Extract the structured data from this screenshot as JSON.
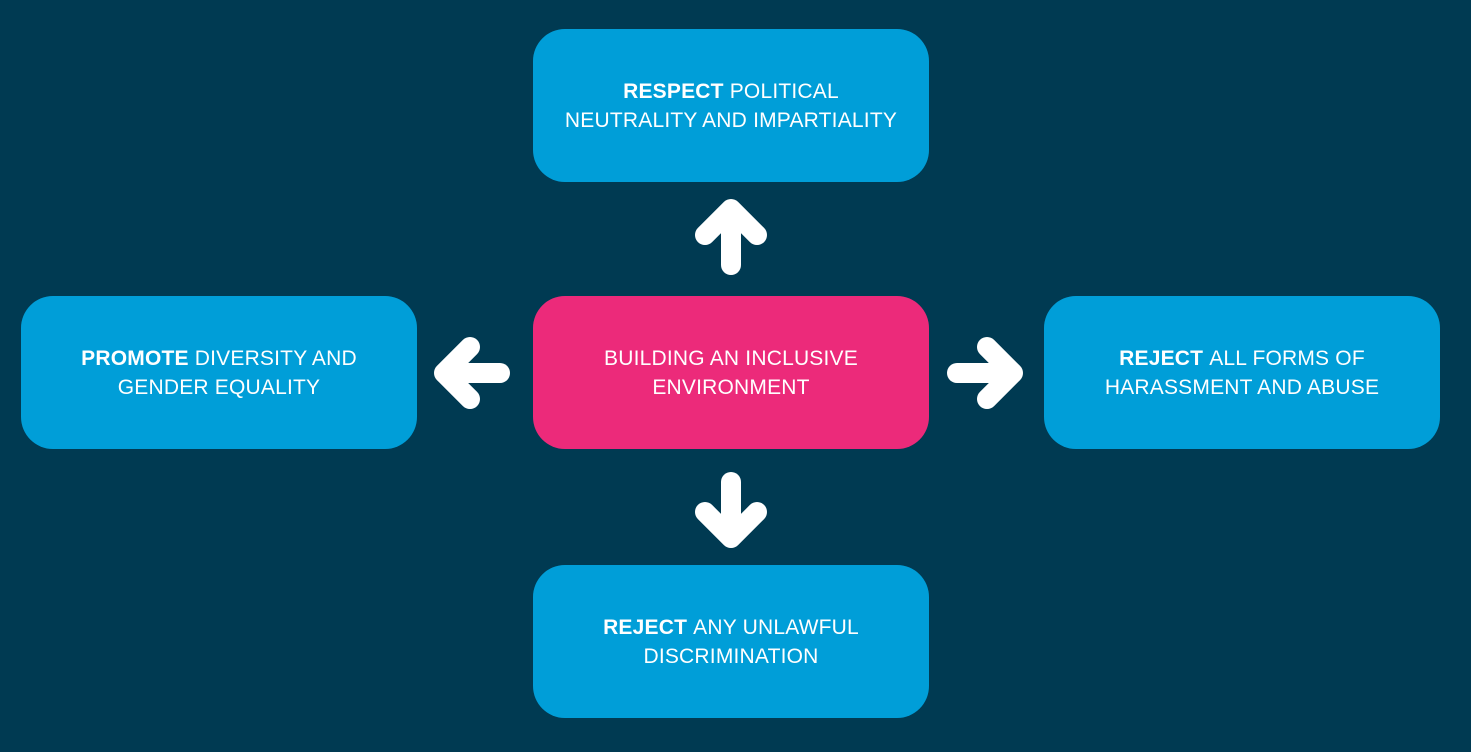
{
  "colors": {
    "background": "#003a52",
    "center_box": "#ec2a7a",
    "outer_box": "#009ed8",
    "arrow": "#ffffff",
    "text": "#ffffff"
  },
  "center": {
    "text": "BUILDING AN INCLUSIVE ENVIRONMENT"
  },
  "nodes": {
    "top": {
      "emphasis": "RESPECT",
      "text": "POLITICAL NEUTRALITY AND IMPARTIALITY"
    },
    "left": {
      "emphasis": "PROMOTE",
      "text": "DIVERSITY AND GENDER EQUALITY"
    },
    "right": {
      "emphasis": "REJECT",
      "text": "ALL FORMS OF HARASSMENT AND ABUSE"
    },
    "bottom": {
      "emphasis": "REJECT",
      "text": "ANY UNLAWFUL DISCRIMINATION"
    }
  },
  "arrows": [
    {
      "direction": "up",
      "icon": "arrow-up-icon"
    },
    {
      "direction": "left",
      "icon": "arrow-left-icon"
    },
    {
      "direction": "right",
      "icon": "arrow-right-icon"
    },
    {
      "direction": "down",
      "icon": "arrow-down-icon"
    }
  ]
}
